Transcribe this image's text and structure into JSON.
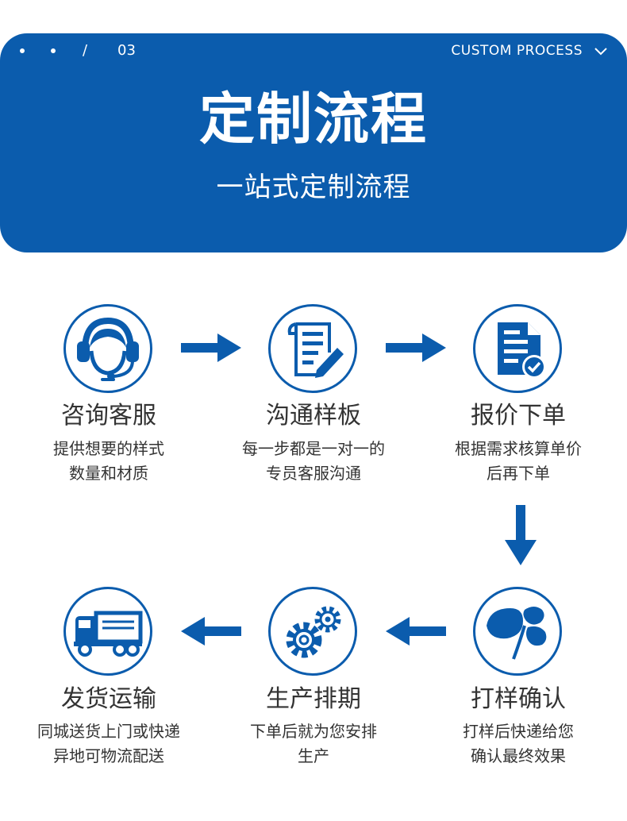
{
  "header": {
    "indicator": "/",
    "page_number": "03",
    "custom_process": "CUSTOM PROCESS",
    "title": "定制流程",
    "subtitle": "一站式定制流程"
  },
  "steps": [
    {
      "icon": "headset-operator-icon",
      "title": "咨询客服",
      "desc1": "提供想要的样式",
      "desc2": "数量和材质"
    },
    {
      "icon": "document-pen-icon",
      "title": "沟通样板",
      "desc1": "每一步都是一对一的",
      "desc2": "专员客服沟通"
    },
    {
      "icon": "document-check-icon",
      "title": "报价下单",
      "desc1": "根据需求核算单价",
      "desc2": "后再下单"
    },
    {
      "icon": "clover-icon",
      "title": "打样确认",
      "desc1": "打样后快递给您",
      "desc2": "确认最终效果"
    },
    {
      "icon": "gears-icon",
      "title": "生产排期",
      "desc1": "下单后就为您安排",
      "desc2": "生产"
    },
    {
      "icon": "truck-icon",
      "title": "发货运输",
      "desc1": "同城送货上门或快递",
      "desc2": "异地可物流配送"
    }
  ],
  "colors": {
    "primary": "#0b5cad",
    "text": "#333333"
  }
}
